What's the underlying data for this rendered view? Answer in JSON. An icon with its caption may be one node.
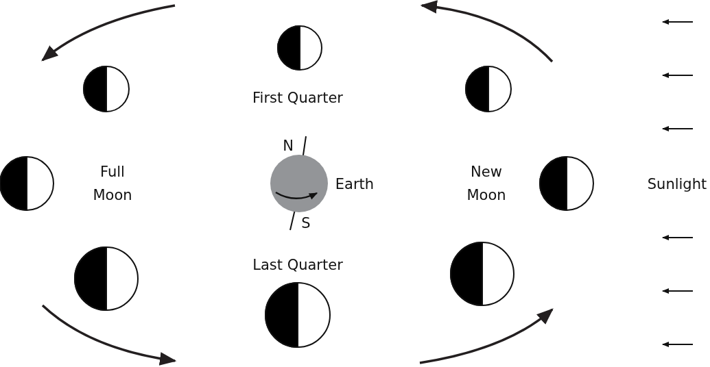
{
  "diagram": {
    "labels": [
      "First Quarter",
      "N",
      "Full Moon",
      "Earth",
      "New Moon",
      "Sunlight",
      "S",
      "Last Quarter"
    ]
  }
}
